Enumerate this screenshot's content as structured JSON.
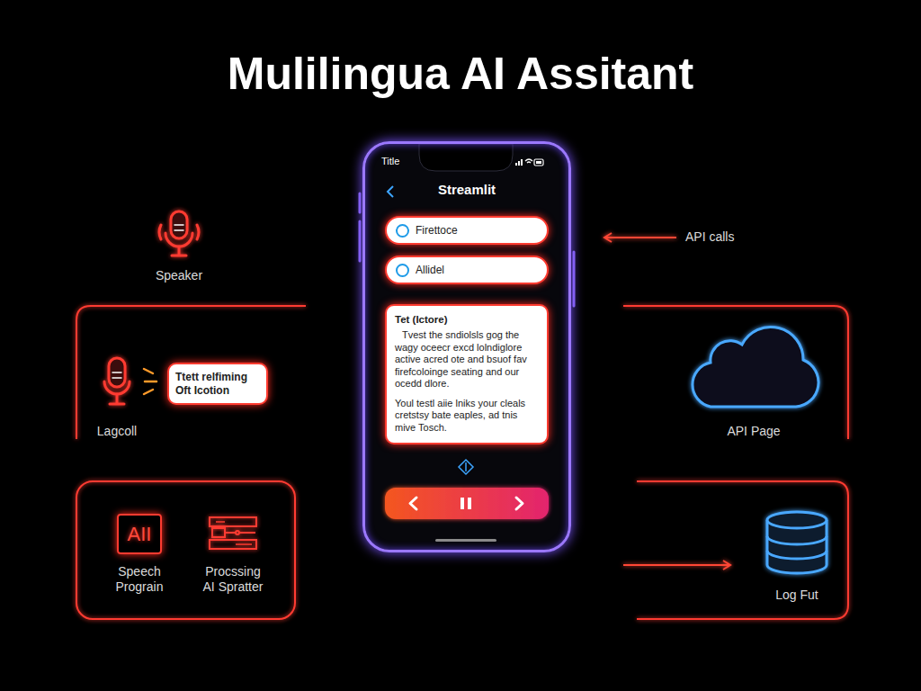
{
  "diagram": {
    "title": "Mulilingua AI Assitant",
    "nodes": [
      {
        "text": [
          "Speaker"
        ]
      },
      {
        "text": [
          "Title",
          "Streamlit"
        ]
      },
      {
        "text": [
          "Firettoce"
        ],
        "in": 1
      },
      {
        "text": [
          "Allidel"
        ],
        "in": 1
      },
      {
        "text": [
          "Tet (Ictore)",
          "Tvest the sndiolsls gog the wagy oceecr excd lolndiglore active acred ote and bsuof fav firefcoloinge seating and our ocedd dlore.",
          "Youl testl aiie lniks your cleals cretstsy bate eaples, ad tnis mive Tosch."
        ],
        "in": 1
      },
      {
        "text": [
          "Lagcoll"
        ]
      },
      {
        "text": [
          "Ttett relfiming Oft Icotion"
        ]
      },
      {
        "text": [
          "API Page"
        ]
      },
      {
        "text": [
          "AII",
          "Speech Prograin"
        ]
      },
      {
        "text": [
          "Procssing AI Spratter"
        ]
      },
      {
        "text": [
          "Log Fut"
        ]
      }
    ],
    "edges": [
      {
        "from": 0,
        "to": 1,
        "arrow": "both"
      },
      {
        "from": 6,
        "to": 1,
        "arrow": "to"
      },
      {
        "from": 7,
        "to": 1,
        "arrow": "both"
      }
    ],
    "labels": [
      "API calls"
    ]
  }
}
